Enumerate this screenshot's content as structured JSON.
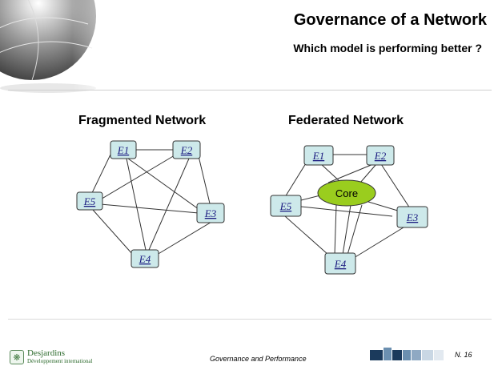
{
  "header": {
    "title": "Governance of a Network",
    "subtitle": "Which model is performing better ?"
  },
  "fragmented": {
    "title": "Fragmented Network",
    "nodes": [
      "E1",
      "E2",
      "E3",
      "E4",
      "E5"
    ]
  },
  "federated": {
    "title": "Federated Network",
    "nodes": [
      "E1",
      "E2",
      "E3",
      "E4",
      "E5"
    ],
    "core_label": "Core"
  },
  "footer": {
    "logo_name": "Desjardins",
    "logo_sub": "Développement international",
    "caption": "Governance and Performance",
    "page": "N. 16"
  },
  "colors": {
    "node_fill": "#cde9ea",
    "core_fill": "#9acd1e",
    "bar_dark": "#1b3a5c",
    "bar_mid": "#6b8fb0",
    "bar_light": "#c9d7e4"
  }
}
